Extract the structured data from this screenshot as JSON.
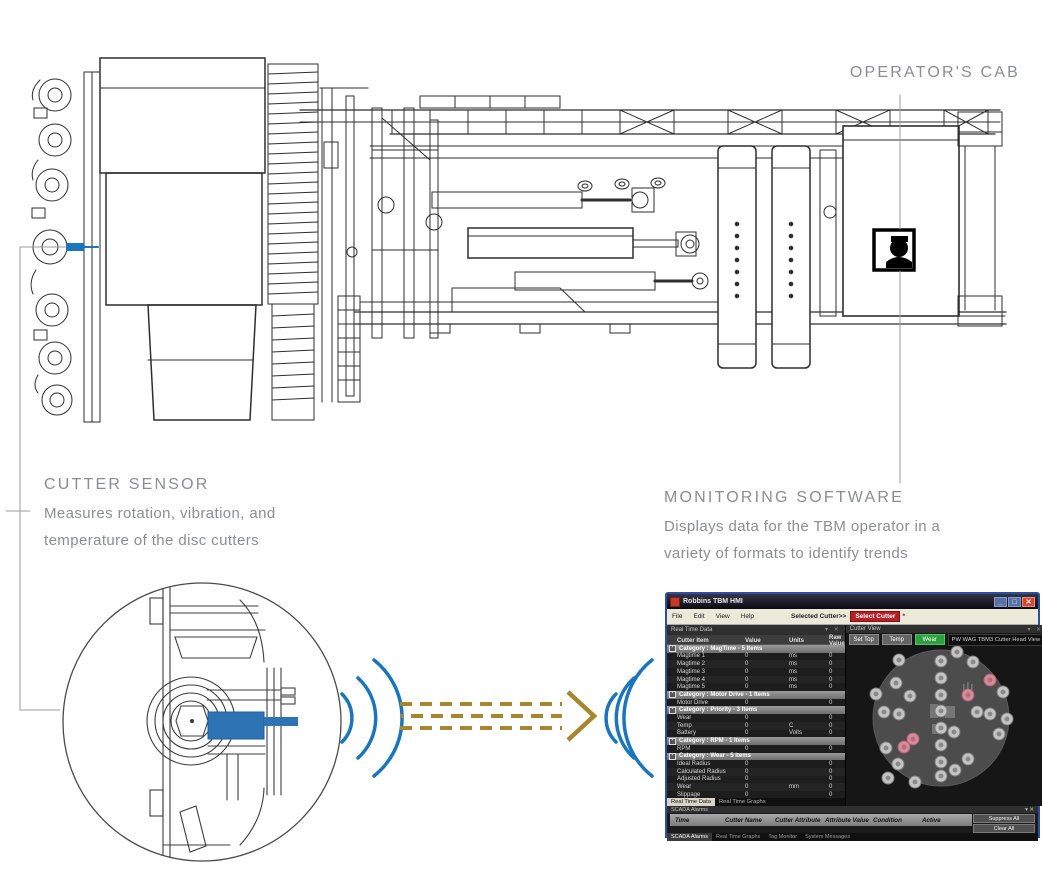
{
  "callouts": {
    "operators_cab": {
      "title": "OPERATOR'S CAB"
    },
    "cutter_sensor": {
      "title": "CUTTER SENSOR",
      "line1": "Measures rotation, vibration, and",
      "line2": "temperature of the disc cutters"
    },
    "monitoring_software": {
      "title": "MONITORING SOFTWARE",
      "line1": "Displays data for the TBM operator in a",
      "line2": "variety of formats to identify trends"
    }
  },
  "colors": {
    "accent_blue": "#1B75BC",
    "accent_gold": "#A8862D",
    "label_gray": "#8B8D90",
    "alert_pink": "#D68B9C",
    "button_green": "#2F9E41",
    "select_cutter_red": "#B32025"
  },
  "software": {
    "window_title": "Robbins TBM HMI",
    "menu_items": {
      "file": "File",
      "edit": "Edit",
      "view": "View",
      "help": "Help"
    },
    "selected_cutter_label": "Selected Cutter>>",
    "select_cutter_button": "Select Cutter",
    "select_cutter_suffix": "*",
    "left_panel": {
      "title": "Real Time Data",
      "columns": [
        "Cutter Item",
        "Value",
        "Units",
        "Raw Value"
      ],
      "rows": [
        {
          "type": "category",
          "label": "Category : MagTime - 5 Items"
        },
        {
          "type": "data",
          "item": "Magtime 1",
          "value": "0",
          "units": "ms",
          "raw": "0"
        },
        {
          "type": "data",
          "item": "Magtime 2",
          "value": "0",
          "units": "ms",
          "raw": "0"
        },
        {
          "type": "data",
          "item": "Magtime 3",
          "value": "0",
          "units": "ms",
          "raw": "0"
        },
        {
          "type": "data",
          "item": "Magtime 4",
          "value": "0",
          "units": "ms",
          "raw": "0"
        },
        {
          "type": "data",
          "item": "Magtime 5",
          "value": "0",
          "units": "ms",
          "raw": "0"
        },
        {
          "type": "category",
          "label": "Category : Motor Drive - 1 Items"
        },
        {
          "type": "data",
          "item": "Motor Drive",
          "value": "0",
          "units": "",
          "raw": "0"
        },
        {
          "type": "category",
          "label": "Category : Priority - 3 Items"
        },
        {
          "type": "data",
          "item": "Wear",
          "value": "0",
          "units": "",
          "raw": "0"
        },
        {
          "type": "data",
          "item": "Temp",
          "value": "0",
          "units": "C",
          "raw": "0"
        },
        {
          "type": "data",
          "item": "Battery",
          "value": "0",
          "units": "Volts",
          "raw": "0"
        },
        {
          "type": "category",
          "label": "Category : RPM - 1 Items"
        },
        {
          "type": "data",
          "item": "RPM",
          "value": "0",
          "units": "",
          "raw": "0"
        },
        {
          "type": "category",
          "label": "Category : Wear - 5 Items"
        },
        {
          "type": "data",
          "item": "Ideal Radius",
          "value": "0",
          "units": "",
          "raw": "0"
        },
        {
          "type": "data",
          "item": "Calculated Radius",
          "value": "0",
          "units": "",
          "raw": "0"
        },
        {
          "type": "data",
          "item": "Adjusted Radius",
          "value": "0",
          "units": "",
          "raw": "0"
        },
        {
          "type": "data",
          "item": "Wear",
          "value": "0",
          "units": "mm",
          "raw": "0"
        },
        {
          "type": "data",
          "item": "Slippage",
          "value": "0",
          "units": "",
          "raw": "0"
        }
      ],
      "tabs": [
        "Real Time Data",
        "Real Time Graphs"
      ]
    },
    "right_panel": {
      "title": "Cutter View",
      "buttons": [
        "Set Top",
        "Temp",
        "Wear"
      ],
      "view_label": "PW WAG TBM3 Cutter Head View"
    },
    "cutter_head": {
      "gray_cutters": [
        [
          0,
          -57
        ],
        [
          0,
          -40
        ],
        [
          0,
          -23
        ],
        [
          0,
          -7
        ],
        [
          0,
          10
        ],
        [
          0,
          27
        ],
        [
          0,
          44
        ],
        [
          0,
          58
        ],
        [
          -45,
          -35
        ],
        [
          -31,
          -22
        ],
        [
          -57,
          -6
        ],
        [
          -42,
          -4
        ],
        [
          -65,
          -24
        ],
        [
          36,
          -6
        ],
        [
          49,
          -4
        ],
        [
          62,
          -26
        ],
        [
          58,
          16
        ],
        [
          13,
          14
        ],
        [
          27,
          41
        ],
        [
          14,
          52
        ],
        [
          -55,
          30
        ],
        [
          -43,
          46
        ],
        [
          -53,
          60
        ],
        [
          16,
          -66
        ],
        [
          32,
          -56
        ],
        [
          -26,
          64
        ],
        [
          -42,
          -58
        ],
        [
          66,
          1
        ]
      ],
      "alert_cutters": [
        [
          49,
          -38
        ],
        [
          27,
          -23
        ],
        [
          -28,
          21
        ],
        [
          -37,
          29
        ]
      ]
    },
    "alarms_panel": {
      "title": "SCADA Alarms",
      "columns": [
        "Time",
        "Cutter Name",
        "Cutter Attribute",
        "Attribute Value",
        "Condition",
        "Active"
      ],
      "suppress_all": "Suppress All",
      "clear_all": "Clear All",
      "status_tabs": [
        "SCADA Alarms",
        "Real Time Graphs",
        "Tag Monitor",
        "System Messages"
      ]
    }
  }
}
